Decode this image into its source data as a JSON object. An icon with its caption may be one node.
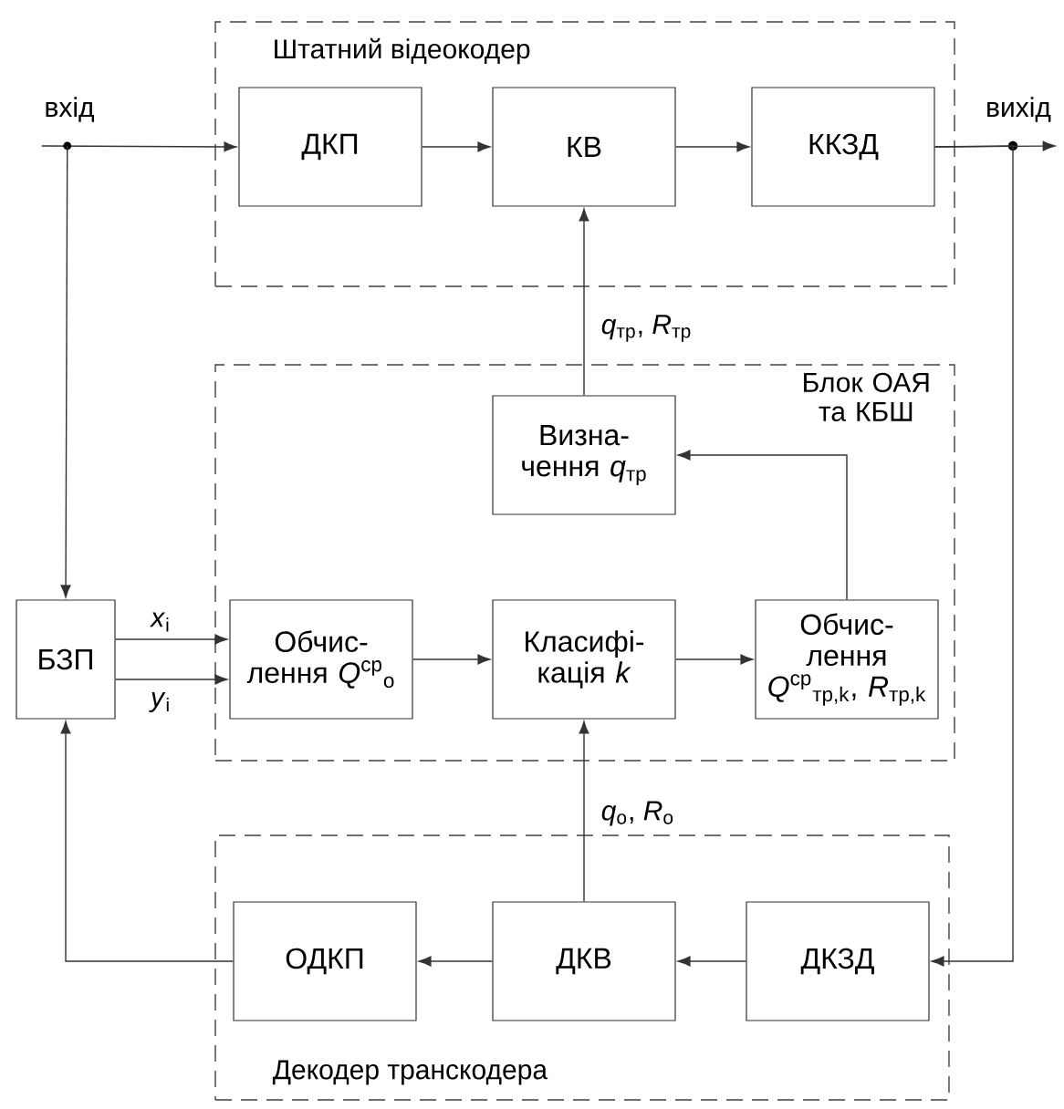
{
  "diagram": {
    "nodes": [
      {
        "text": [
          "Штатний відеокодер"
        ]
      },
      {
        "text": [
          "ДКП"
        ],
        "in": 0
      },
      {
        "text": [
          "КВ"
        ],
        "in": 0
      },
      {
        "text": [
          "ККЗД"
        ],
        "in": 0
      },
      {
        "text": [
          "Блок ОАЯ та КБШ"
        ]
      },
      {
        "text": [
          "Визна- чення *q*$_{тр}$"
        ],
        "in": 4
      },
      {
        "text": [
          "Обчис- лення *Q*$^{ср}$$_{о}$"
        ],
        "in": 4
      },
      {
        "text": [
          "Класифі- кація *k*"
        ],
        "in": 4
      },
      {
        "text": [
          "Обчис- лення *Q*$^{ср}$$_{тр,k}$, *R*$_{тр,k}$"
        ],
        "in": 4
      },
      {
        "text": [
          "БЗП"
        ]
      },
      {
        "text": [
          "Декодер транскодера"
        ]
      },
      {
        "text": [
          "ОДКП"
        ],
        "in": 10
      },
      {
        "text": [
          "ДКВ"
        ],
        "in": 10
      },
      {
        "text": [
          "ДКЗД"
        ],
        "in": 10
      },
      {
        "text": [
          "вхід"
        ]
      },
      {
        "text": [
          "вихід"
        ]
      }
    ],
    "edges": [
      {
        "from": 14,
        "to": 1,
        "arrow": "to"
      },
      {
        "from": 14,
        "to": 9,
        "arrow": "to"
      },
      {
        "from": 1,
        "to": 2,
        "arrow": "to"
      },
      {
        "from": 2,
        "to": 3,
        "arrow": "to"
      },
      {
        "from": 3,
        "to": 15,
        "arrow": "to"
      },
      {
        "from": 3,
        "to": 13,
        "arrow": "to"
      },
      {
        "from": 5,
        "to": 2,
        "arrow": "to",
        "label": "*q*$_{тр}$, *R*$_{тр}$"
      },
      {
        "from": 8,
        "to": 5,
        "arrow": "to"
      },
      {
        "from": 9,
        "to": 6,
        "arrow": "to",
        "label": "*x*$_{i}$"
      },
      {
        "from": 9,
        "to": 6,
        "arrow": "to",
        "label": "*y*$_{i}$"
      },
      {
        "from": 6,
        "to": 7,
        "arrow": "to"
      },
      {
        "from": 7,
        "to": 8,
        "arrow": "to"
      },
      {
        "from": 12,
        "to": 7,
        "arrow": "to",
        "label": "*q*$_{о}$, *R*$_{о}$"
      },
      {
        "from": 13,
        "to": 12,
        "arrow": "to"
      },
      {
        "from": 12,
        "to": 11,
        "arrow": "to"
      },
      {
        "from": 11,
        "to": 9,
        "arrow": "to"
      }
    ]
  }
}
